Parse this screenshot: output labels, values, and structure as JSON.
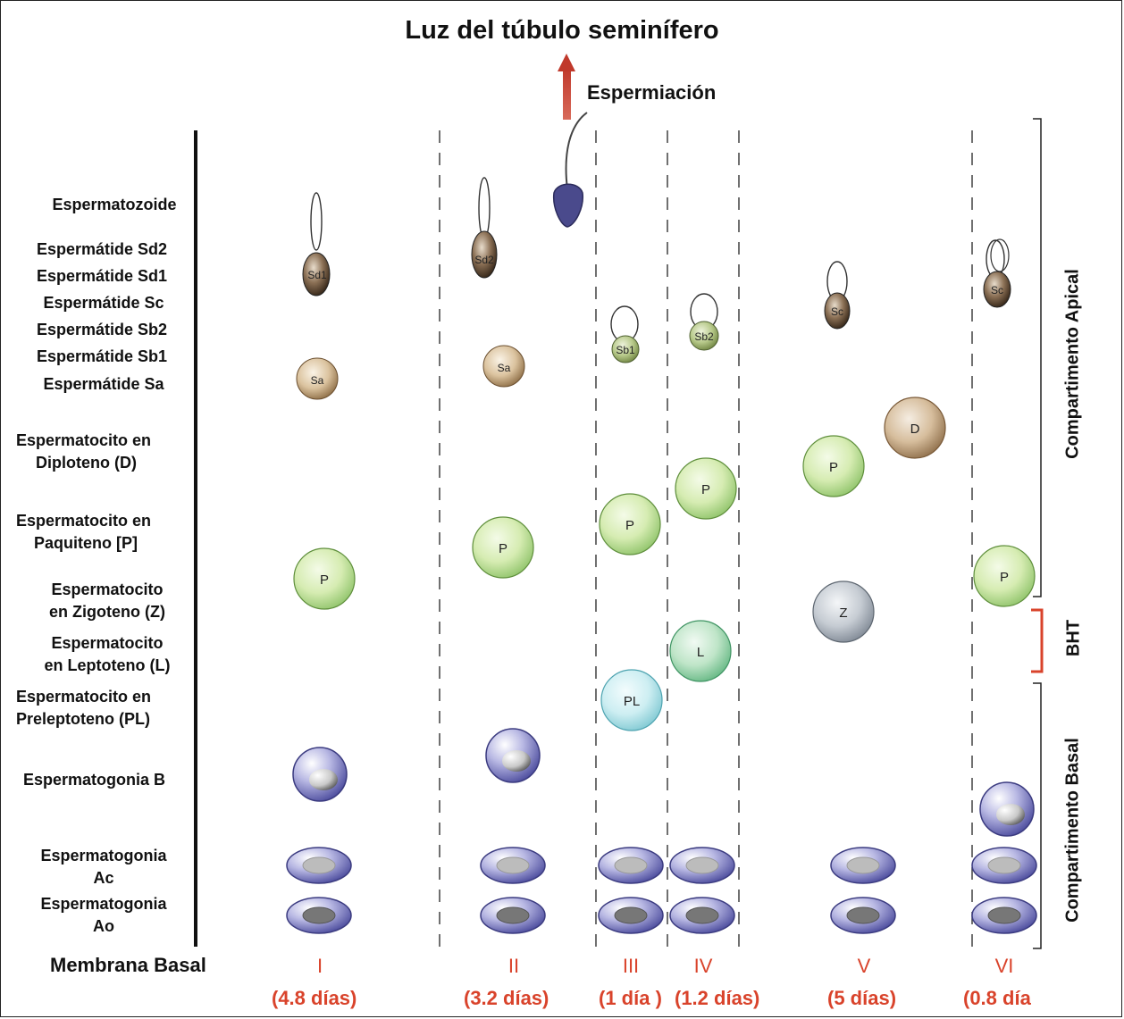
{
  "title": "Luz del túbulo seminífero",
  "spermiation_label": "Espermiación",
  "rows": {
    "espermatozoide": "Espermatozoide",
    "sd2": "Espermátide Sd2",
    "sd1": "Espermátide Sd1",
    "sc": "Espermátide Sc",
    "sb2": "Espermátide Sb2",
    "sb1": "Espermátide Sb1",
    "sa": "Espermátide Sa",
    "diplo_1": "Espermatocito en",
    "diplo_2": "Diploteno (D)",
    "paqui_1": "Espermatocito en",
    "paqui_2": "Paquiteno [P]",
    "zigo_1": "Espermatocito",
    "zigo_2": "en Zigoteno (Z)",
    "lepto_1": "Espermatocito",
    "lepto_2": "en Leptoteno (L)",
    "prelepto_1": "Espermatocito en",
    "prelepto_2": "Preleptoteno (PL)",
    "gonia_b": "Espermatogonia B",
    "ac_1": "Espermatogonia",
    "ac_2": "Ac",
    "ao_1": "Espermatogonia",
    "ao_2": "Ao"
  },
  "membrana": "Membrana Basal",
  "stages": [
    {
      "numeral": "I",
      "days": "(4.8 días)"
    },
    {
      "numeral": "II",
      "days": "(3.2 días)"
    },
    {
      "numeral": "III",
      "days": "(1 día )"
    },
    {
      "numeral": "IV",
      "days": "(1.2 días)"
    },
    {
      "numeral": "V",
      "days": "(5 días)"
    },
    {
      "numeral": "VI",
      "days": "(0.8  día"
    }
  ],
  "compartments": {
    "apical": "Compartimento Apical",
    "bht": "BHT",
    "basal": "Compartimento Basal"
  },
  "cell_labels": {
    "sd1": "Sd1",
    "sd2": "Sd2",
    "sc": "Sc",
    "sb1": "Sb1",
    "sb2": "Sb2",
    "sa": "Sa",
    "d": "D",
    "p": "P",
    "z": "Z",
    "l": "L",
    "pl": "PL"
  },
  "colors": {
    "accent_red": "#d9432b",
    "arrow_red": "#c0392b",
    "bracket_red": "#d9432b",
    "pachytene_green": "#c9e6a0",
    "leptotene_green": "#9fd9b0",
    "preleptotene_blue": "#bde7ee",
    "zygotene_grey": "#b8c0c8",
    "diplotene_tan": "#c8aa84",
    "spermatogonia_purple": "#6b6bb8",
    "sperm_head": "#4a4a8c"
  }
}
